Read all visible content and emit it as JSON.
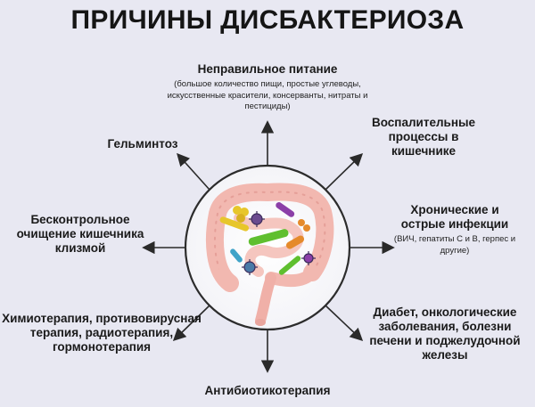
{
  "title": "ПРИЧИНЫ ДИСБАКТЕРИОЗА",
  "causes": {
    "nutrition": {
      "label": "Неправильное питание",
      "note": "(большое количество пищи, простые углеводы, искусственные красители, консерванты, нитраты и пестициды)"
    },
    "inflammation": {
      "label": "Воспалительные процессы в кишечнике"
    },
    "helminthosis": {
      "label": "Гельминтоз"
    },
    "chronic": {
      "label": "Хронические и острые инфекции",
      "note": "(ВИЧ, гепатиты С и В, герпес и другие)"
    },
    "cleansing": {
      "label": "Бесконтрольное очищение кишечника клизмой"
    },
    "chemotherapy": {
      "label": "Химиотерапия, противовирусная терапия, радиотерапия, гормонотерапия"
    },
    "diabetes": {
      "label": "Диабет, онкологические заболевания, болезни печени и поджелудочной железы"
    },
    "antibiotics": {
      "label": "Антибиотикотерапия"
    }
  },
  "colors": {
    "background": "#e8e8f2",
    "arrow": "#2a2a2a",
    "circle_fill": "#ffffff",
    "circle_stroke": "#2c2c2c",
    "intestine": "#f2b8b0",
    "bacteria_green": "#5fbf2f",
    "bacteria_yellow": "#e7c62b",
    "bacteria_purple": "#8b3fa8",
    "bacteria_orange": "#e58a2b"
  },
  "icons": [
    "intestine-illustration",
    "bacteria-icon",
    "virus-icon"
  ]
}
